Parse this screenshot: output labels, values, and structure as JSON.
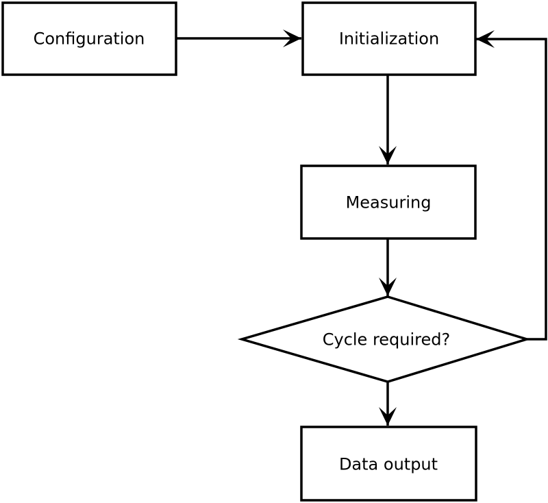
{
  "diagram": {
    "type": "flowchart",
    "colors": {
      "stroke": "#000000",
      "background": "#ffffff"
    },
    "nodes": [
      {
        "id": "configuration",
        "label": "Configuration",
        "shape": "rect"
      },
      {
        "id": "initialization",
        "label": "Initialization",
        "shape": "rect"
      },
      {
        "id": "measuring",
        "label": "Measuring",
        "shape": "rect"
      },
      {
        "id": "cycle-required",
        "label": "Cycle required?",
        "shape": "diamond"
      },
      {
        "id": "data-output",
        "label": "Data output",
        "shape": "rect"
      }
    ],
    "edges": [
      {
        "from": "configuration",
        "to": "initialization",
        "style": "arrow"
      },
      {
        "from": "initialization",
        "to": "measuring",
        "style": "arrow"
      },
      {
        "from": "measuring",
        "to": "cycle-required",
        "style": "arrow"
      },
      {
        "from": "cycle-required",
        "to": "data-output",
        "style": "arrow"
      },
      {
        "from": "cycle-required",
        "to": "initialization",
        "style": "arrow",
        "note": "loop-back"
      }
    ]
  }
}
